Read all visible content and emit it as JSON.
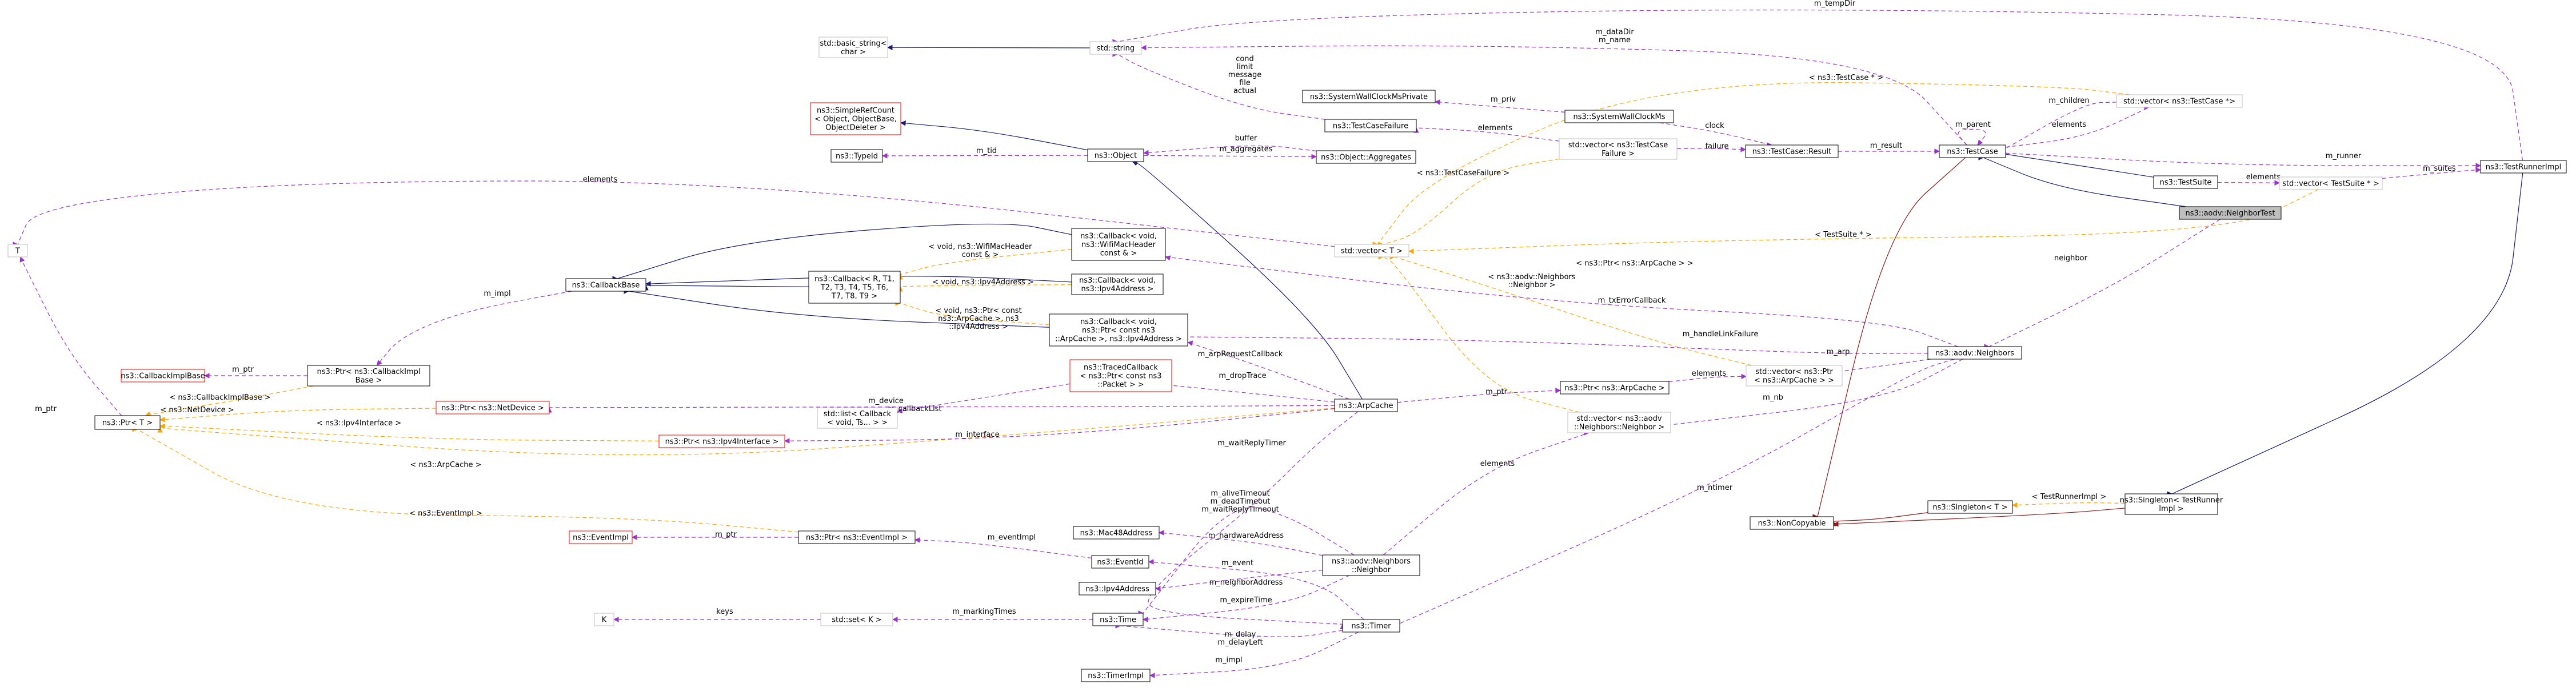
{
  "nodes": [
    {
      "id": "n0",
      "lines": [
        "T"
      ]
    },
    {
      "id": "n1",
      "lines": [
        "ns3::Ptr< T >"
      ]
    },
    {
      "id": "n2",
      "lines": [
        "ns3::CallbackImplBase"
      ]
    },
    {
      "id": "n3",
      "lines": [
        "ns3::Ptr< ns3::CallbackImpl",
        "Base >"
      ]
    },
    {
      "id": "n4",
      "lines": [
        "ns3::CallbackBase"
      ]
    },
    {
      "id": "n5",
      "lines": [
        "std::basic_string<",
        "char >"
      ]
    },
    {
      "id": "n6",
      "lines": [
        "ns3::SimpleRefCount",
        "< Object, ObjectBase,",
        "ObjectDeleter >"
      ]
    },
    {
      "id": "n7",
      "lines": [
        "ns3::TypeId"
      ]
    },
    {
      "id": "n8",
      "lines": [
        "ns3::Callback< R, T1,",
        "T2, T3, T4, T5, T6,",
        "T7, T8, T9 >"
      ]
    },
    {
      "id": "n9",
      "lines": [
        "std::list< Callback",
        "< void, Ts... > >"
      ]
    },
    {
      "id": "n10",
      "lines": [
        "ns3::Ptr< ns3::NetDevice >"
      ]
    },
    {
      "id": "n11",
      "lines": [
        "ns3::Ptr< ns3::Ipv4Interface >"
      ]
    },
    {
      "id": "n12",
      "lines": [
        "ns3::EventImpl"
      ]
    },
    {
      "id": "n13",
      "lines": [
        "ns3::Ptr< ns3::EventImpl >"
      ]
    },
    {
      "id": "n14",
      "lines": [
        "K"
      ]
    },
    {
      "id": "n15",
      "lines": [
        "std::set< K >"
      ]
    },
    {
      "id": "n16",
      "lines": [
        "std::string"
      ]
    },
    {
      "id": "n17",
      "lines": [
        "ns3::Object"
      ]
    },
    {
      "id": "n18",
      "lines": [
        "ns3::Callback< void,",
        "ns3::WifiMacHeader",
        "const & >"
      ]
    },
    {
      "id": "n19",
      "lines": [
        "ns3::Callback< void,",
        "ns3::Ipv4Address >"
      ]
    },
    {
      "id": "n20",
      "lines": [
        "ns3::Callback< void,",
        "ns3::Ptr< const ns3",
        "::ArpCache >, ns3::Ipv4Address >"
      ]
    },
    {
      "id": "n21",
      "lines": [
        "ns3::TracedCallback",
        "< ns3::Ptr< const ns3",
        "::Packet > >"
      ]
    },
    {
      "id": "n22",
      "lines": [
        "ns3::Mac48Address"
      ]
    },
    {
      "id": "n23",
      "lines": [
        "ns3::EventId"
      ]
    },
    {
      "id": "n24",
      "lines": [
        "ns3::Ipv4Address"
      ]
    },
    {
      "id": "n25",
      "lines": [
        "ns3::Time"
      ]
    },
    {
      "id": "n26",
      "lines": [
        "ns3::TimerImpl"
      ]
    },
    {
      "id": "n27",
      "lines": [
        "ns3::SystemWallClockMsPrivate"
      ]
    },
    {
      "id": "n28",
      "lines": [
        "ns3::TestCaseFailure"
      ]
    },
    {
      "id": "n29",
      "lines": [
        "ns3::Object::Aggregates"
      ]
    },
    {
      "id": "n30",
      "lines": [
        "std::vector< T >"
      ]
    },
    {
      "id": "n31",
      "lines": [
        "ns3::ArpCache"
      ]
    },
    {
      "id": "n32",
      "lines": [
        "ns3::aodv::Neighbors",
        "::Neighbor"
      ]
    },
    {
      "id": "n33",
      "lines": [
        "ns3::Timer"
      ]
    },
    {
      "id": "n34",
      "lines": [
        "ns3::SystemWallClockMs"
      ]
    },
    {
      "id": "n35",
      "lines": [
        "std::vector< ns3::TestCase",
        "Failure >"
      ]
    },
    {
      "id": "n36",
      "lines": [
        "ns3::Ptr< ns3::ArpCache >"
      ]
    },
    {
      "id": "n37",
      "lines": [
        "std::vector< ns3::aodv",
        "::Neighbors::Neighbor >"
      ]
    },
    {
      "id": "n38",
      "lines": [
        "ns3::TestCase::Result"
      ]
    },
    {
      "id": "n39",
      "lines": [
        "std::vector< ns3::Ptr",
        "< ns3::ArpCache > >"
      ]
    },
    {
      "id": "n40",
      "lines": [
        "ns3::NonCopyable"
      ]
    },
    {
      "id": "n41",
      "lines": [
        "ns3::TestCase"
      ]
    },
    {
      "id": "n42",
      "lines": [
        "std::vector< ns3::TestCase *>"
      ]
    },
    {
      "id": "n43",
      "lines": [
        "ns3::TestSuite"
      ]
    },
    {
      "id": "n44",
      "lines": [
        "ns3::aodv::NeighborTest"
      ]
    },
    {
      "id": "n45",
      "lines": [
        "ns3::aodv::Neighbors"
      ]
    },
    {
      "id": "n46",
      "lines": [
        "ns3::Singleton< T >"
      ]
    },
    {
      "id": "n47",
      "lines": [
        "std::vector< TestSuite * >"
      ]
    },
    {
      "id": "n48",
      "lines": [
        "ns3::TestRunnerImpl"
      ]
    },
    {
      "id": "n49",
      "lines": [
        "ns3::Singleton< TestRunner",
        "Impl >"
      ]
    }
  ],
  "edge_labels": [
    {
      "id": "e0",
      "lines": [
        "m_ptr"
      ]
    },
    {
      "id": "e1",
      "lines": [
        "elements"
      ]
    },
    {
      "id": "e2",
      "lines": [
        "m_ptr"
      ]
    },
    {
      "id": "e3",
      "lines": [
        "m_impl"
      ]
    },
    {
      "id": "e4",
      "lines": [
        "< ns3::CallbackImplBase >"
      ]
    },
    {
      "id": "e5",
      "lines": [
        "< ns3::NetDevice >"
      ]
    },
    {
      "id": "e6",
      "lines": [
        "< ns3::Ipv4Interface >"
      ]
    },
    {
      "id": "e7",
      "lines": [
        "< ns3::ArpCache >"
      ]
    },
    {
      "id": "e8",
      "lines": [
        "< ns3::EventImpl >"
      ]
    },
    {
      "id": "e9",
      "lines": [
        "m_ptr"
      ]
    },
    {
      "id": "e10",
      "lines": [
        "m_tid"
      ]
    },
    {
      "id": "e11",
      "lines": [
        "m_tempDir"
      ]
    },
    {
      "id": "e12",
      "lines": [
        "m_dataDir",
        "m_name"
      ]
    },
    {
      "id": "e13",
      "lines": [
        "cond",
        "limit",
        "message",
        "file",
        "actual"
      ]
    },
    {
      "id": "e14",
      "lines": [
        "buffer"
      ]
    },
    {
      "id": "e15",
      "lines": [
        "m_aggregates"
      ]
    },
    {
      "id": "e16",
      "lines": [
        "< void, ns3::WifiMacHeader",
        "const & >"
      ]
    },
    {
      "id": "e17",
      "lines": [
        "< void, ns3::Ipv4Address >"
      ]
    },
    {
      "id": "e18",
      "lines": [
        "< void, ns3::Ptr< const",
        "ns3::ArpCache >, ns3",
        "::Ipv4Address >"
      ]
    },
    {
      "id": "e19",
      "lines": [
        "m_callbackList"
      ]
    },
    {
      "id": "e20",
      "lines": [
        "m_device"
      ]
    },
    {
      "id": "e21",
      "lines": [
        "m_interface"
      ]
    },
    {
      "id": "e22",
      "lines": [
        "m_eventImpl"
      ]
    },
    {
      "id": "e23",
      "lines": [
        "m_markingTimes"
      ]
    },
    {
      "id": "e24",
      "lines": [
        "keys"
      ]
    },
    {
      "id": "e25",
      "lines": [
        "m_arpRequestCallback"
      ]
    },
    {
      "id": "e26",
      "lines": [
        "m_dropTrace"
      ]
    },
    {
      "id": "e27",
      "lines": [
        "m_waitReplyTimer"
      ]
    },
    {
      "id": "e28",
      "lines": [
        "m_aliveTimeout",
        "m_deadTimeout",
        "m_waitReplyTimeout"
      ]
    },
    {
      "id": "e29",
      "lines": [
        "m_hardwareAddress"
      ]
    },
    {
      "id": "e30",
      "lines": [
        "m_event"
      ]
    },
    {
      "id": "e31",
      "lines": [
        "m_neighborAddress"
      ]
    },
    {
      "id": "e32",
      "lines": [
        "m_expireTime"
      ]
    },
    {
      "id": "e33",
      "lines": [
        "m_delay",
        "m_delayLeft"
      ]
    },
    {
      "id": "e34",
      "lines": [
        "m_impl"
      ]
    },
    {
      "id": "e35",
      "lines": [
        "m_priv"
      ]
    },
    {
      "id": "e36",
      "lines": [
        "elements"
      ]
    },
    {
      "id": "e37",
      "lines": [
        "< ns3::TestCaseFailure >"
      ]
    },
    {
      "id": "e38",
      "lines": [
        "< ns3::TestCase * >"
      ]
    },
    {
      "id": "e39",
      "lines": [
        "< ns3::Ptr< ns3::ArpCache > >"
      ]
    },
    {
      "id": "e40",
      "lines": [
        "< ns3::aodv::Neighbors",
        "::Neighbor >"
      ]
    },
    {
      "id": "e41",
      "lines": [
        "< TestSuite * >"
      ]
    },
    {
      "id": "e42",
      "lines": [
        "m_ptr"
      ]
    },
    {
      "id": "e43",
      "lines": [
        "elements"
      ]
    },
    {
      "id": "e44",
      "lines": [
        "elements"
      ]
    },
    {
      "id": "e45",
      "lines": [
        "clock"
      ]
    },
    {
      "id": "e46",
      "lines": [
        "failure"
      ]
    },
    {
      "id": "e47",
      "lines": [
        "m_result"
      ]
    },
    {
      "id": "e48",
      "lines": [
        "m_parent"
      ]
    },
    {
      "id": "e49",
      "lines": [
        "m_children"
      ]
    },
    {
      "id": "e50",
      "lines": [
        "elements"
      ]
    },
    {
      "id": "e51",
      "lines": [
        "m_runner"
      ]
    },
    {
      "id": "e52",
      "lines": [
        "elements"
      ]
    },
    {
      "id": "e53",
      "lines": [
        "m_suites"
      ]
    },
    {
      "id": "e54",
      "lines": [
        "neighbor"
      ]
    },
    {
      "id": "e55",
      "lines": [
        "m_txErrorCallback"
      ]
    },
    {
      "id": "e56",
      "lines": [
        "m_handleLinkFailure"
      ]
    },
    {
      "id": "e57",
      "lines": [
        "m_arp"
      ]
    },
    {
      "id": "e58",
      "lines": [
        "m_nb"
      ]
    },
    {
      "id": "e59",
      "lines": [
        "m_ntimer"
      ]
    },
    {
      "id": "e60",
      "lines": [
        "< TestRunnerImpl >"
      ]
    }
  ]
}
